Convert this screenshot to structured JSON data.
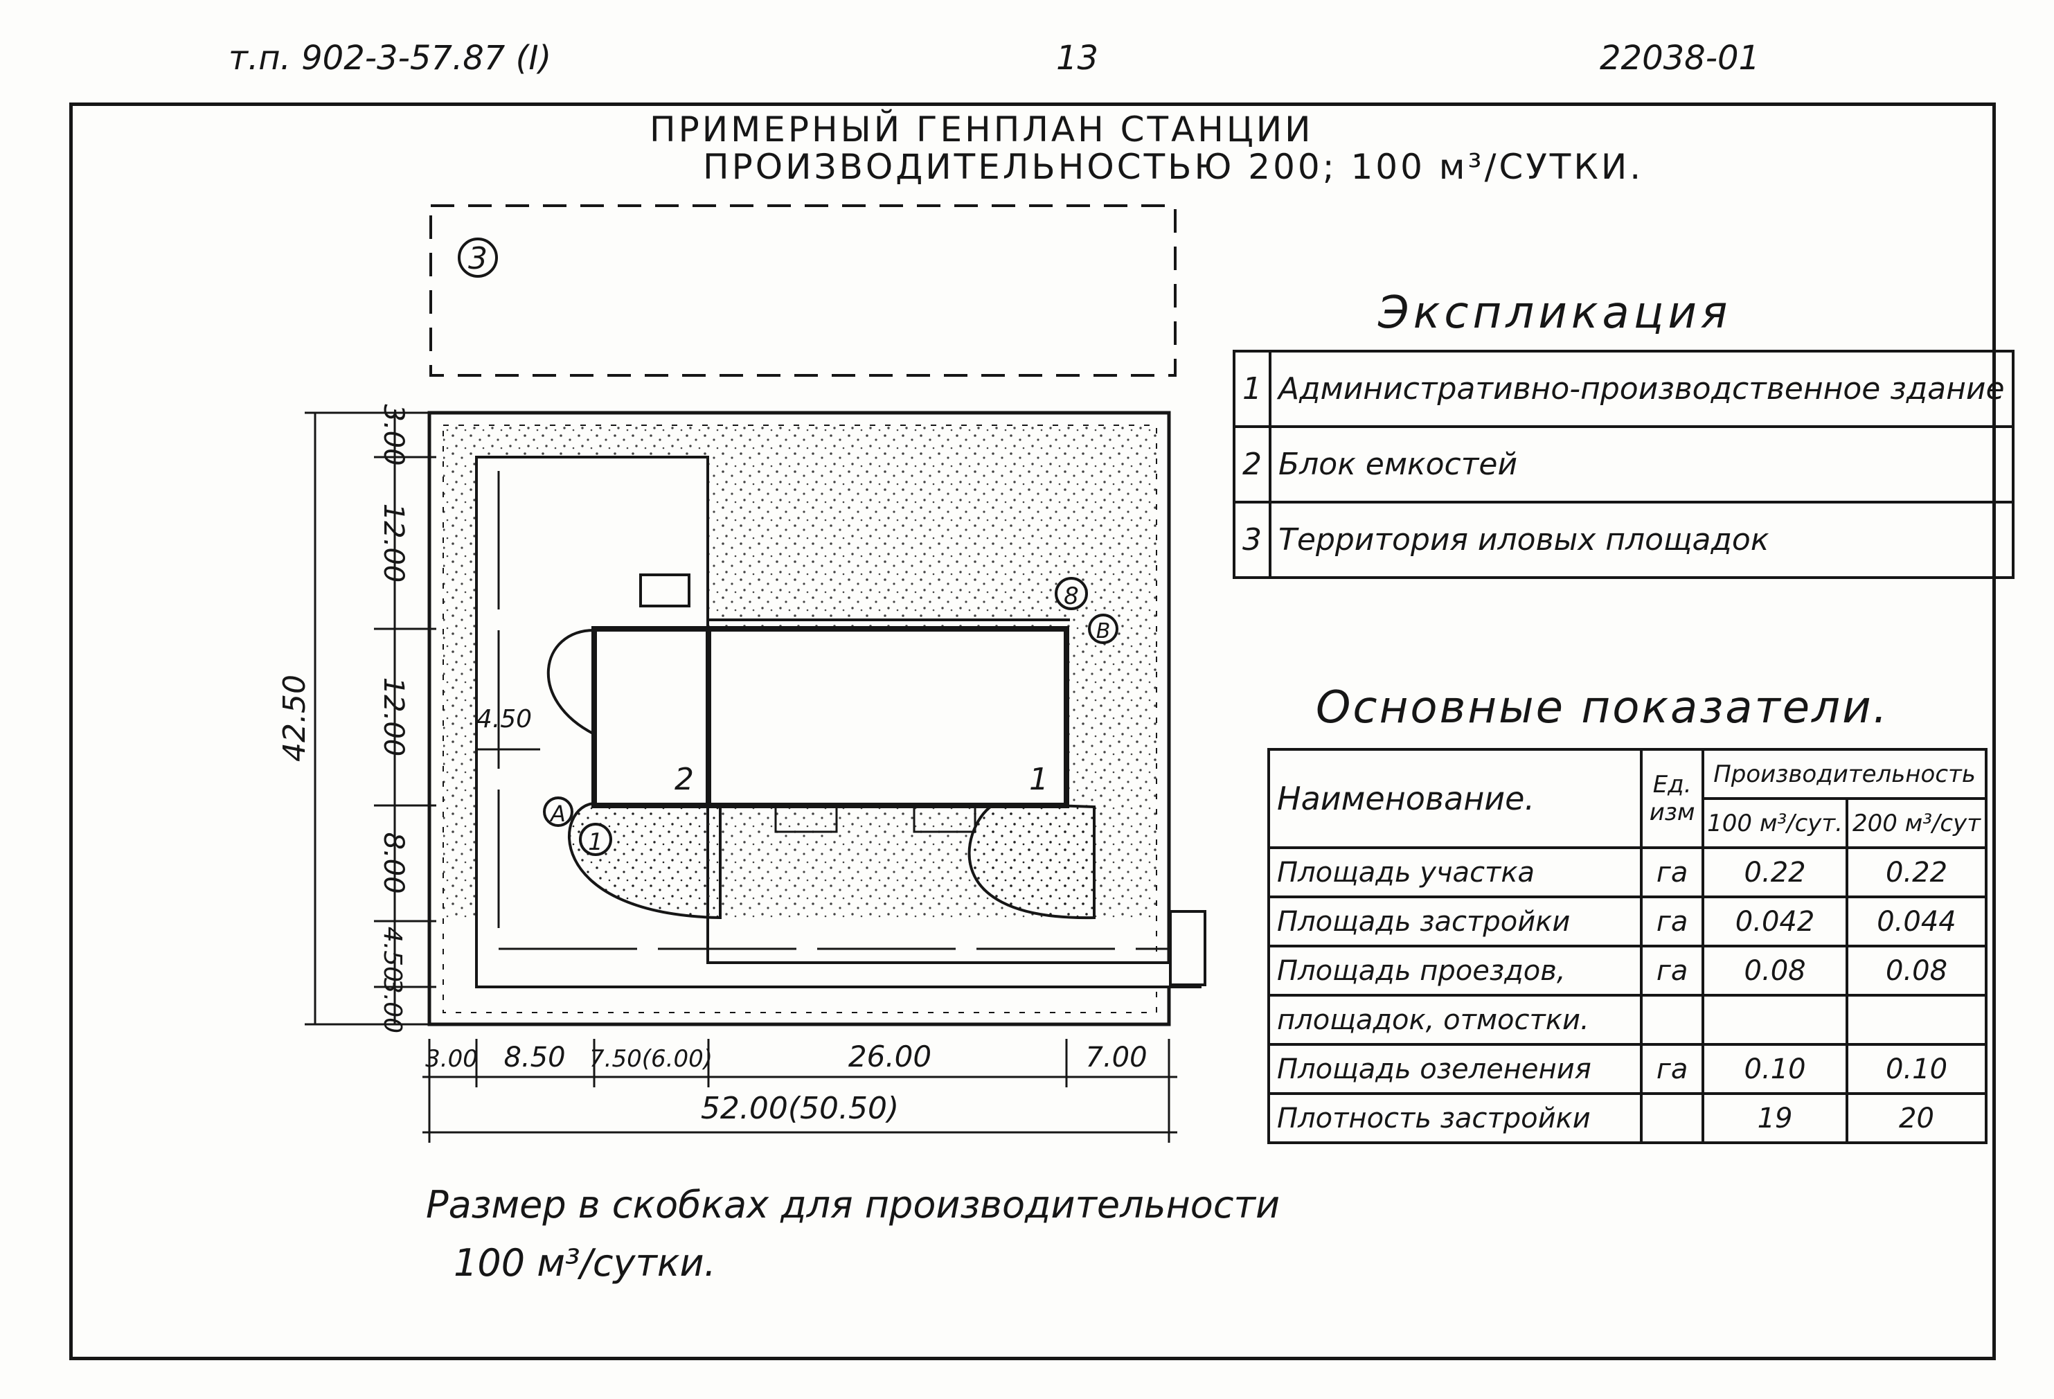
{
  "header": {
    "left": "т.п. 902-3-57.87 (I)",
    "page": "13",
    "right": "22038-01"
  },
  "title": {
    "line1": "ПРИМЕРНЫЙ ГЕНПЛАН СТАНЦИИ",
    "line2": "ПРОИЗВОДИТЕЛЬНОСТЬЮ 200; 100 м³/СУТКИ."
  },
  "plan": {
    "zone_label": "3",
    "markers": {
      "a": "А",
      "b": "В",
      "n1": "1",
      "n8": "8"
    },
    "building_labels": {
      "b1": "1",
      "b2": "2"
    },
    "dim_450": "4.50",
    "vertical_dims": [
      "3.00",
      "12.00",
      "12.00",
      "8.00",
      "4.50",
      "3.00"
    ],
    "vertical_total": "42.50",
    "horizontal_dims": [
      "3.00",
      "8.50",
      "7.50(6.00)",
      "26.00",
      "7.00"
    ],
    "horizontal_total": "52.00(50.50)"
  },
  "explication": {
    "title": "Экспликация",
    "items": [
      {
        "num": "1",
        "text": "Административно-производственное здание"
      },
      {
        "num": "2",
        "text": "Блок емкостей"
      },
      {
        "num": "3",
        "text": "Территория иловых площадок"
      }
    ]
  },
  "indicators": {
    "title": "Основные показатели.",
    "col_name": "Наименование.",
    "col_unit": "Ед. изм",
    "col_perf": "Производительность",
    "col_100": "100 м³/сут.",
    "col_200": "200 м³/сут",
    "rows": [
      {
        "name": "Площадь участка",
        "unit": "га",
        "v100": "0.22",
        "v200": "0.22"
      },
      {
        "name": "Площадь застройки",
        "unit": "га",
        "v100": "0.042",
        "v200": "0.044"
      },
      {
        "name": "Площадь проездов,",
        "unit": "га",
        "v100": "0.08",
        "v200": "0.08"
      },
      {
        "name": "площадок, отмостки.",
        "unit": "",
        "v100": "",
        "v200": ""
      },
      {
        "name": "Площадь озеленения",
        "unit": "га",
        "v100": "0.10",
        "v200": "0.10"
      },
      {
        "name": "Плотность застройки",
        "unit": "",
        "v100": "19",
        "v200": "20"
      }
    ]
  },
  "note": {
    "line1": "Размер в скобках для производительности",
    "line2": "100 м³/сутки."
  }
}
